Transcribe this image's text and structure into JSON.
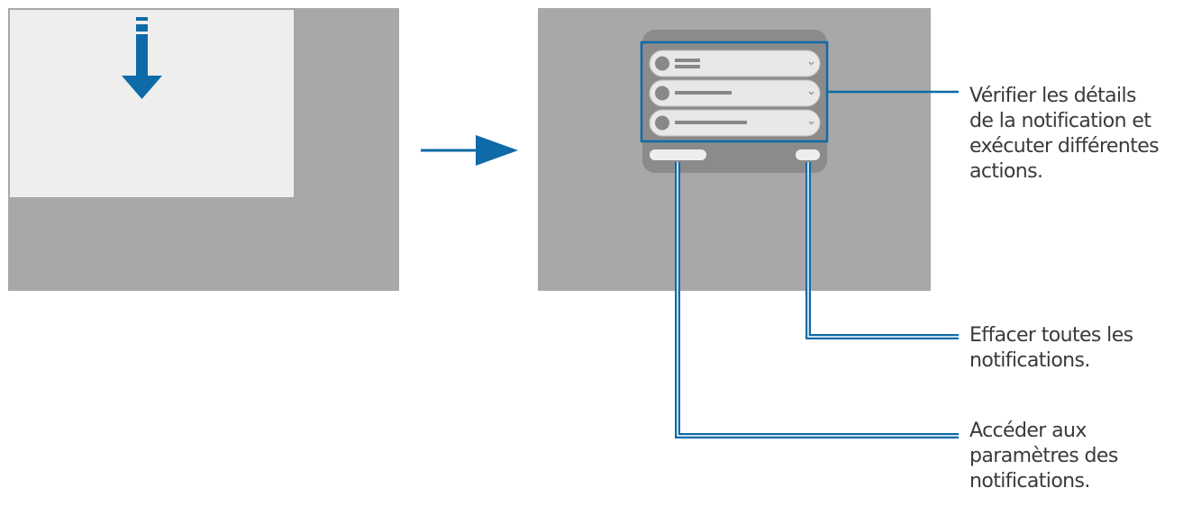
{
  "colors": {
    "screen_gray": "#a8a8a8",
    "screen_light": "#eeeeee",
    "panel_dark": "#8b8b8b",
    "card_light": "#e8e8e8",
    "accent_blue": "#0e6ba8",
    "callout_text": "#3a3a3a"
  },
  "icons": {
    "swipe_down": "arrow-down-icon",
    "transition": "arrow-right-icon",
    "expand": "chevron-down-icon"
  },
  "callouts": {
    "details": "Vérifier les détails\nde la notification et\nexécuter différentes\nactions.",
    "clear_all": "Effacer toutes les\nnotifications.",
    "settings": "Accéder aux\nparamètres des\nnotifications."
  }
}
